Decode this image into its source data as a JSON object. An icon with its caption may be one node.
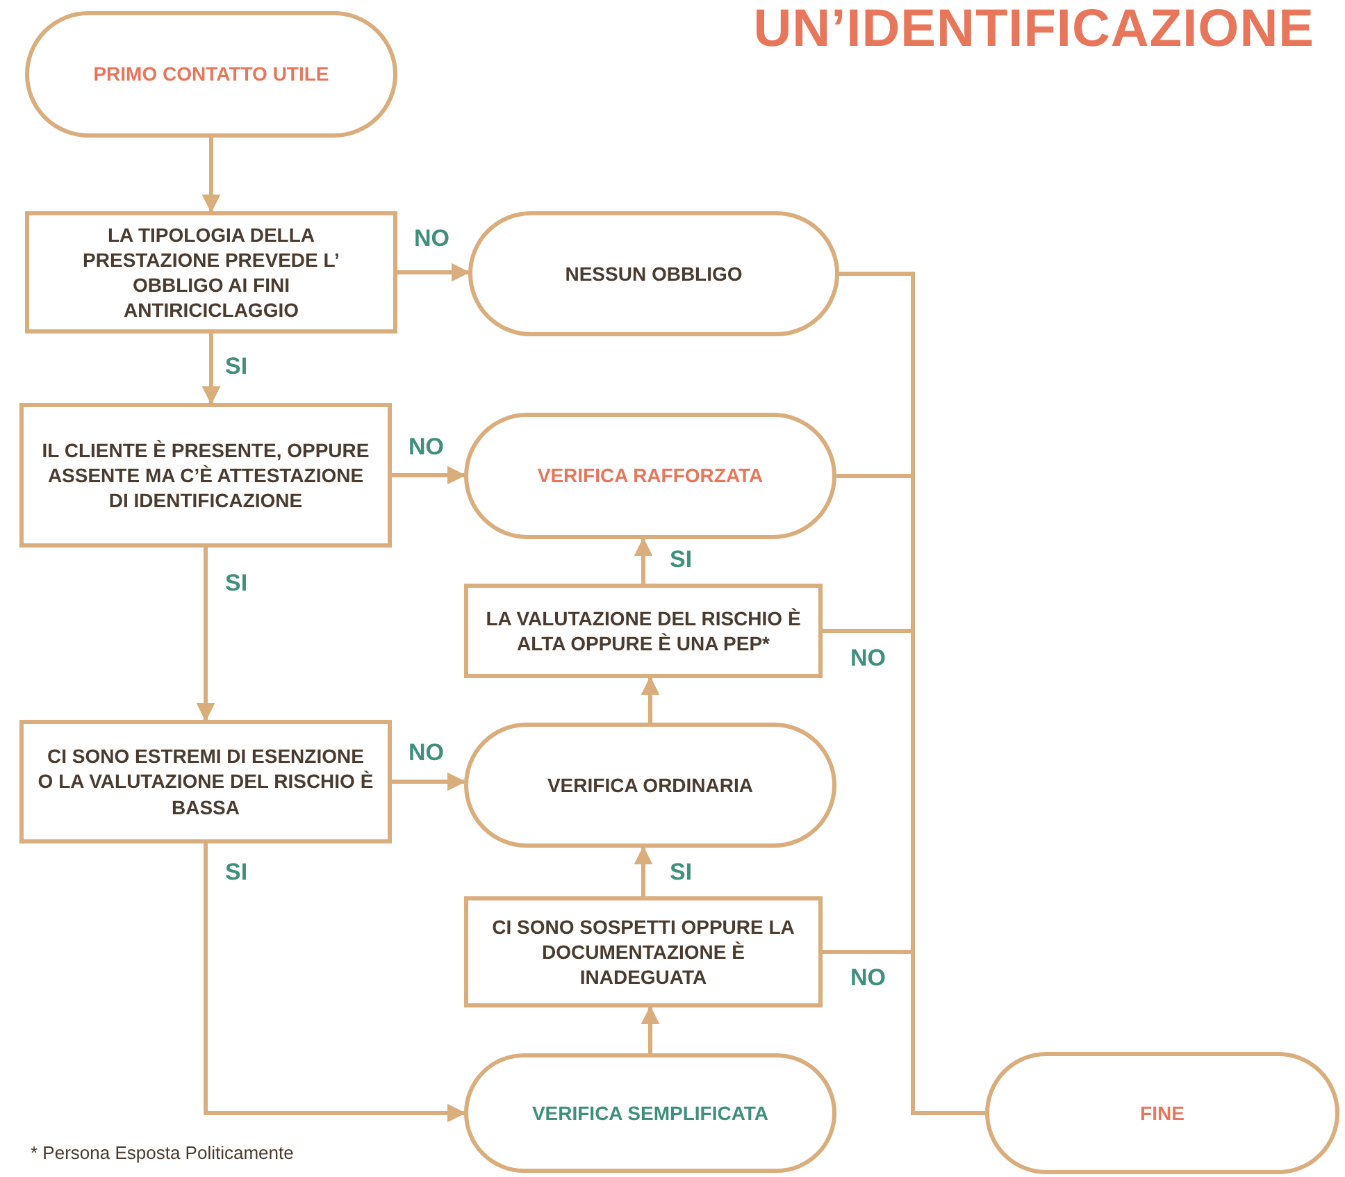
{
  "diagram": {
    "title": "UN’IDENTIFICAZIONE",
    "nodes": [
      {
        "text": [
          "PRIMO CONTATTO UTILE"
        ]
      },
      {
        "text": [
          "LA TIPOLOGIA DELLA PRESTAZIONE PREVEDE L’ OBBLIGO AI FINI ANTIRICICLAGGIO"
        ]
      },
      {
        "text": [
          "NESSUN OBBLIGO"
        ]
      },
      {
        "text": [
          "IL CLIENTE È PRESENTE, OPPURE ASSENTE MA C’È ATTESTAZIONE DI IDENTIFICAZIONE"
        ]
      },
      {
        "text": [
          "VERIFICA RAFFORZATA"
        ]
      },
      {
        "text": [
          "LA VALUTAZIONE DEL RISCHIO È ALTA OPPURE È UNA PEP*"
        ]
      },
      {
        "text": [
          "CI SONO ESTREMI DI ESENZIONE O LA VALUTAZIONE DEL RISCHIO È BASSA"
        ]
      },
      {
        "text": [
          "VERIFICA ORDINARIA"
        ]
      },
      {
        "text": [
          "CI SONO SOSPETTI OPPURE LA DOCUMENTAZIONE È INADEGUATA"
        ]
      },
      {
        "text": [
          "VERIFICA SEMPLIFICATA"
        ]
      },
      {
        "text": [
          "FINE"
        ]
      }
    ],
    "edges": [
      {
        "from": 0,
        "to": 1,
        "arrow": "to"
      },
      {
        "from": 1,
        "to": 2,
        "arrow": "to",
        "label": "NO"
      },
      {
        "from": 1,
        "to": 3,
        "arrow": "to",
        "label": "SI"
      },
      {
        "from": 3,
        "to": 4,
        "arrow": "to",
        "label": "NO"
      },
      {
        "from": 3,
        "to": 6,
        "arrow": "to",
        "label": "SI"
      },
      {
        "from": 6,
        "to": 7,
        "arrow": "to",
        "label": "NO"
      },
      {
        "from": 6,
        "to": 9,
        "arrow": "to",
        "label": "SI"
      },
      {
        "from": 9,
        "to": 8,
        "arrow": "to"
      },
      {
        "from": 8,
        "to": 7,
        "arrow": "to",
        "label": "SI"
      },
      {
        "from": 7,
        "to": 5,
        "arrow": "to"
      },
      {
        "from": 5,
        "to": 4,
        "arrow": "to",
        "label": "SI"
      },
      {
        "from": 2,
        "to": 10,
        "arrow": "none"
      },
      {
        "from": 4,
        "to": 10,
        "arrow": "none"
      },
      {
        "from": 5,
        "to": 10,
        "arrow": "none",
        "label": "NO"
      },
      {
        "from": 8,
        "to": 10,
        "arrow": "none",
        "label": "NO"
      }
    ],
    "labels": [
      "* Persona Esposta Politicamente"
    ]
  }
}
